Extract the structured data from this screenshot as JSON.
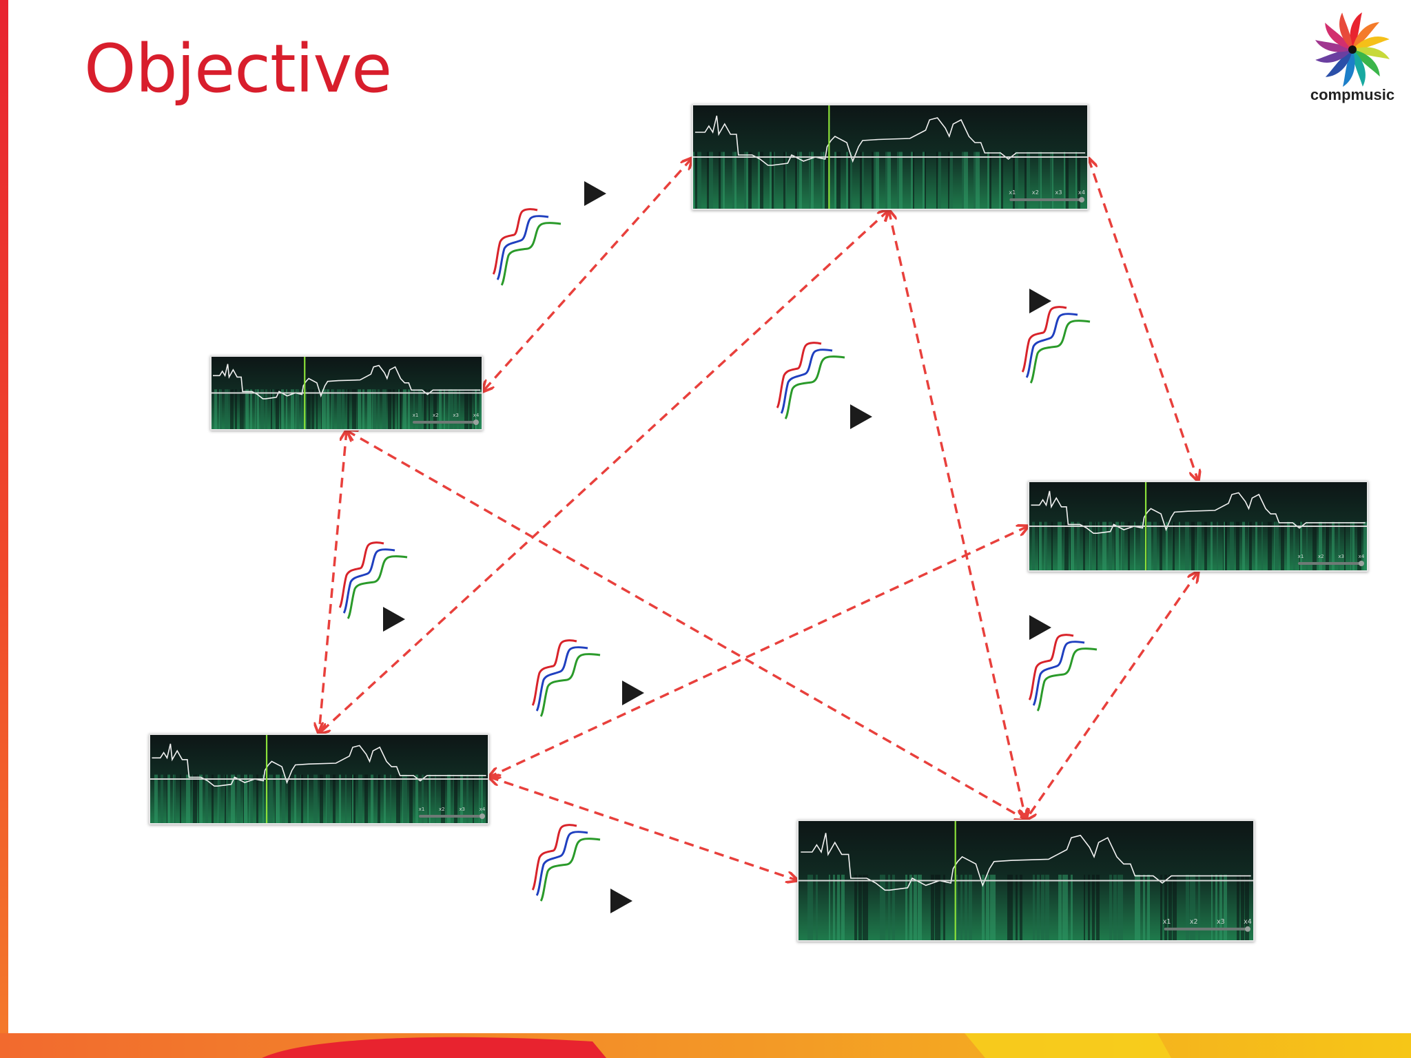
{
  "slide": {
    "title": "Objective"
  },
  "logo": {
    "text": "compmusic",
    "icon": "compmusic-spiral-logo"
  },
  "players": [
    {
      "id": "p1",
      "zoom_labels": [
        "x1",
        "x2",
        "x3",
        "x4"
      ]
    },
    {
      "id": "p2",
      "zoom_labels": [
        "x1",
        "x2",
        "x3",
        "x4"
      ]
    },
    {
      "id": "p3",
      "zoom_labels": [
        "x1",
        "x2",
        "x3",
        "x4"
      ]
    },
    {
      "id": "p4",
      "zoom_labels": [
        "x1",
        "x2",
        "x3",
        "x4"
      ]
    },
    {
      "id": "p5",
      "zoom_labels": [
        "x1",
        "x2",
        "x3",
        "x4"
      ]
    }
  ],
  "connections": [
    [
      "p1",
      "p2"
    ],
    [
      "p1",
      "p3"
    ],
    [
      "p1",
      "p4"
    ],
    [
      "p1",
      "p5"
    ],
    [
      "p2",
      "p4"
    ],
    [
      "p2",
      "p5"
    ],
    [
      "p3",
      "p4"
    ],
    [
      "p3",
      "p5"
    ],
    [
      "p4",
      "p5"
    ]
  ],
  "icons": {
    "pitch_contour": "pitch-contour-icon",
    "play": "play-icon"
  },
  "colors": {
    "title": "#d81e2c",
    "arrow": "#e8403c",
    "player_bg": "#0b1616",
    "spectrogram": "#1f7a4c",
    "cursor": "#8be13a",
    "contour_red": "#d8232a",
    "contour_blue": "#1f3fbf",
    "contour_green": "#2a9a2a"
  }
}
